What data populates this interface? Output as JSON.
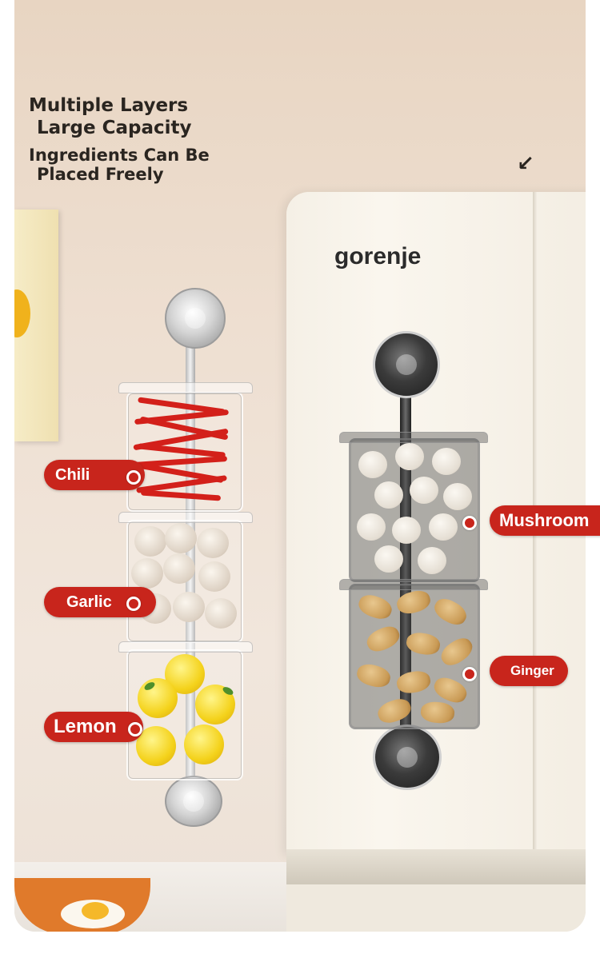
{
  "headline": {
    "line1": "Multiple Layers",
    "line2": "Large Capacity",
    "line3": "Ingredients Can Be",
    "line4": "Placed Freely"
  },
  "fridge_brand": "gorenje",
  "arrow_glyph": "↙",
  "labels": {
    "chili": "Chili",
    "garlic": "Garlic",
    "lemon": "Lemon",
    "mushroom": "Mushroom",
    "ginger": "Ginger"
  },
  "colors": {
    "label_red": "#c8251c",
    "headline_text": "#2a2520",
    "wall": "#eedfd1",
    "fridge": "#f5f0e6"
  }
}
